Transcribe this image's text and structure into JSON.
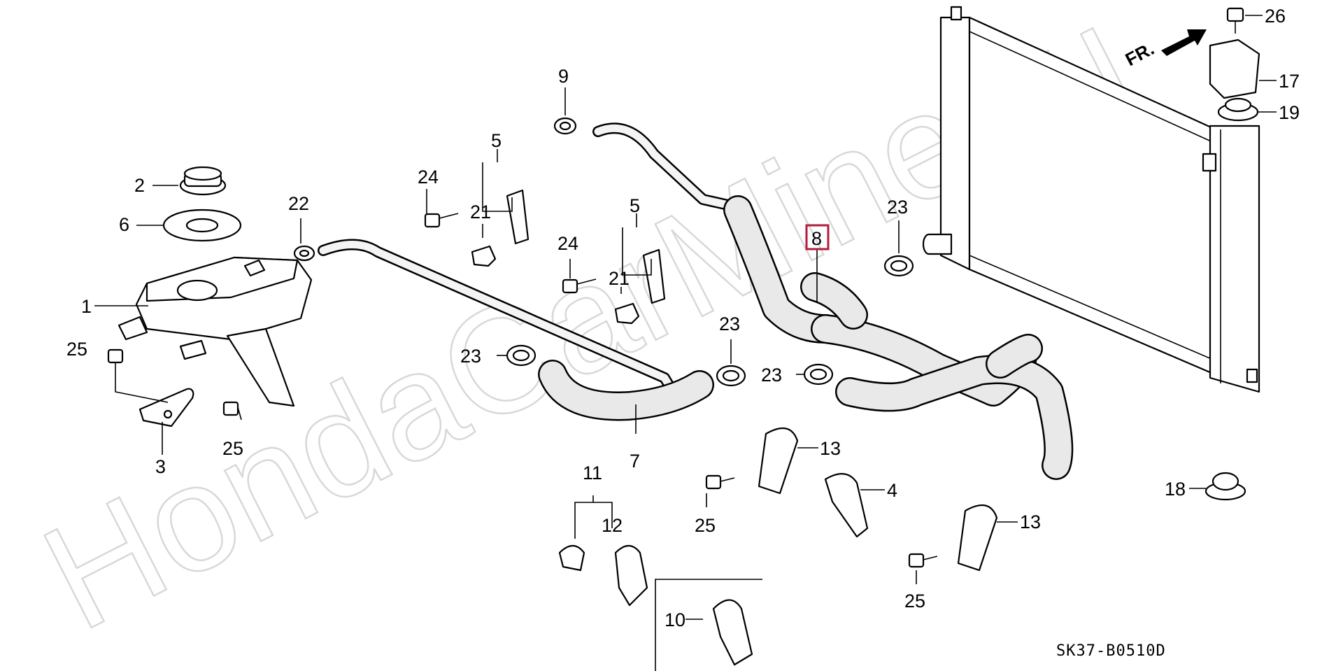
{
  "watermark": "HondaCarMine.ru",
  "direction_label": "FR.",
  "diagram_code": "SK37-B0510D",
  "selected_part": "8",
  "callouts": [
    {
      "id": "c-1",
      "label": "1"
    },
    {
      "id": "c-2",
      "label": "2"
    },
    {
      "id": "c-3",
      "label": "3"
    },
    {
      "id": "c-4",
      "label": "4"
    },
    {
      "id": "c-5a",
      "label": "5"
    },
    {
      "id": "c-5b",
      "label": "5"
    },
    {
      "id": "c-6",
      "label": "6"
    },
    {
      "id": "c-7",
      "label": "7"
    },
    {
      "id": "c-8",
      "label": "8"
    },
    {
      "id": "c-9",
      "label": "9"
    },
    {
      "id": "c-10",
      "label": "10"
    },
    {
      "id": "c-11",
      "label": "11"
    },
    {
      "id": "c-12",
      "label": "12"
    },
    {
      "id": "c-13a",
      "label": "13"
    },
    {
      "id": "c-13b",
      "label": "13"
    },
    {
      "id": "c-17",
      "label": "17"
    },
    {
      "id": "c-18",
      "label": "18"
    },
    {
      "id": "c-19",
      "label": "19"
    },
    {
      "id": "c-21a",
      "label": "21"
    },
    {
      "id": "c-21b",
      "label": "21"
    },
    {
      "id": "c-22",
      "label": "22"
    },
    {
      "id": "c-23a",
      "label": "23"
    },
    {
      "id": "c-23b",
      "label": "23"
    },
    {
      "id": "c-23c",
      "label": "23"
    },
    {
      "id": "c-23d",
      "label": "23"
    },
    {
      "id": "c-24a",
      "label": "24"
    },
    {
      "id": "c-24b",
      "label": "24"
    },
    {
      "id": "c-25a",
      "label": "25"
    },
    {
      "id": "c-25b",
      "label": "25"
    },
    {
      "id": "c-25c",
      "label": "25"
    },
    {
      "id": "c-25d",
      "label": "25"
    },
    {
      "id": "c-26",
      "label": "26"
    }
  ]
}
